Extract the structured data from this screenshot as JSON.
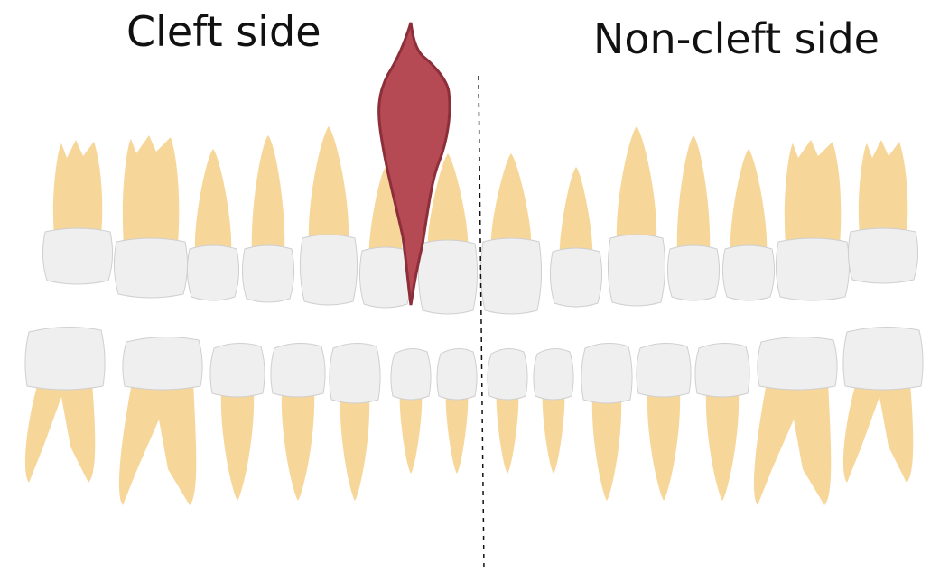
{
  "labels": {
    "cleft_side": "Cleft side",
    "non_cleft_side": "Non-cleft side"
  },
  "colors": {
    "root": "#f7d699",
    "crown": "#efefef",
    "cleft": "#b54a55",
    "midline": "#111111"
  },
  "upper_teeth": [
    {
      "name": "upper-right-third-molar",
      "type": "molar"
    },
    {
      "name": "upper-right-second-molar",
      "type": "molar"
    },
    {
      "name": "upper-right-first-premolar-a",
      "type": "premolar"
    },
    {
      "name": "upper-right-first-premolar-b",
      "type": "premolar"
    },
    {
      "name": "upper-right-canine",
      "type": "canine"
    },
    {
      "name": "upper-right-lateral-incisor",
      "type": "incisor"
    },
    {
      "name": "upper-right-central-incisor",
      "type": "incisor"
    },
    {
      "name": "upper-left-central-incisor",
      "type": "incisor"
    },
    {
      "name": "upper-left-lateral-incisor",
      "type": "incisor"
    },
    {
      "name": "upper-left-canine",
      "type": "canine"
    },
    {
      "name": "upper-left-premolar-a",
      "type": "premolar"
    },
    {
      "name": "upper-left-premolar-b",
      "type": "premolar"
    },
    {
      "name": "upper-left-second-molar",
      "type": "molar"
    },
    {
      "name": "upper-left-third-molar",
      "type": "molar"
    }
  ],
  "lower_teeth": [
    {
      "name": "lower-right-third-molar",
      "type": "molar"
    },
    {
      "name": "lower-right-second-molar",
      "type": "molar"
    },
    {
      "name": "lower-right-premolar-a",
      "type": "premolar"
    },
    {
      "name": "lower-right-premolar-b",
      "type": "premolar"
    },
    {
      "name": "lower-right-canine",
      "type": "canine"
    },
    {
      "name": "lower-right-lateral-incisor",
      "type": "incisor"
    },
    {
      "name": "lower-right-central-incisor",
      "type": "incisor"
    },
    {
      "name": "lower-left-central-incisor",
      "type": "incisor"
    },
    {
      "name": "lower-left-lateral-incisor",
      "type": "incisor"
    },
    {
      "name": "lower-left-canine",
      "type": "canine"
    },
    {
      "name": "lower-left-premolar-a",
      "type": "premolar"
    },
    {
      "name": "lower-left-premolar-b",
      "type": "premolar"
    },
    {
      "name": "lower-left-second-molar",
      "type": "molar"
    },
    {
      "name": "lower-left-third-molar",
      "type": "molar"
    }
  ]
}
